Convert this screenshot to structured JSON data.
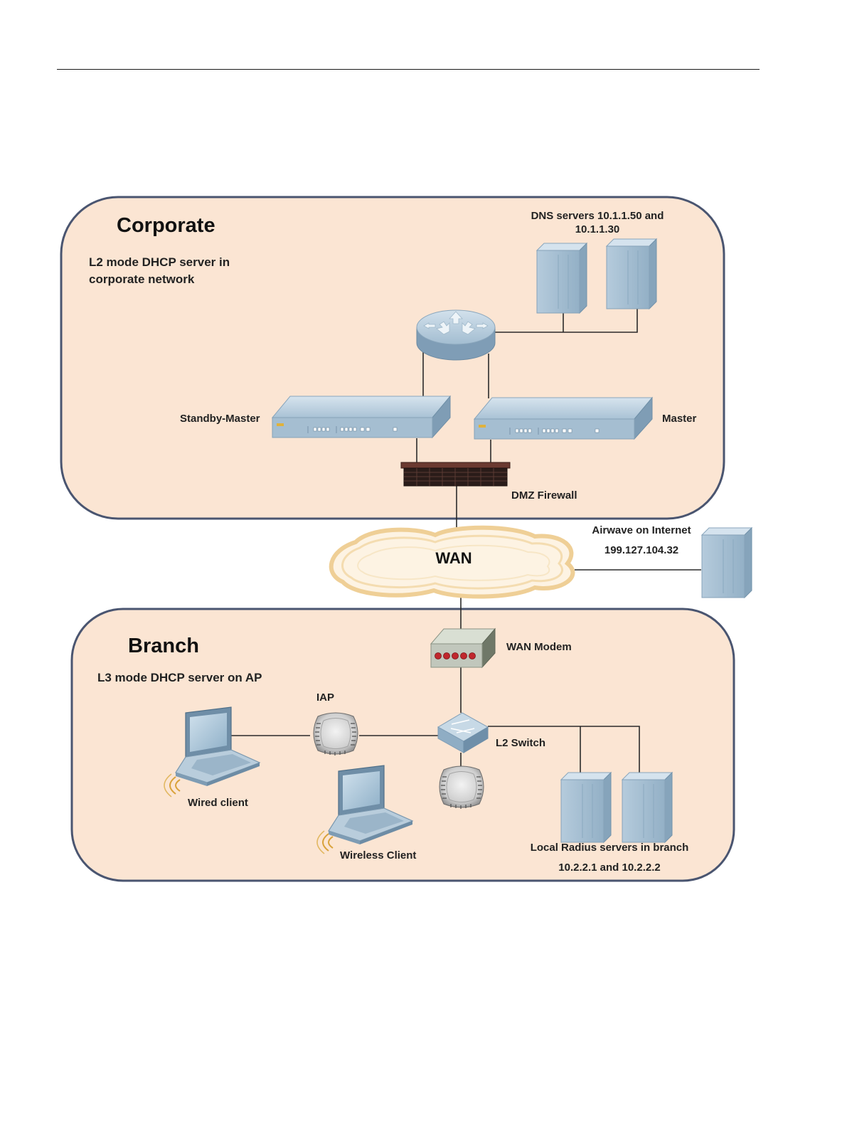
{
  "corporate": {
    "title": "Corporate",
    "subtitle_line1": "L2 mode DHCP server  in",
    "subtitle_line2": "corporate network",
    "dns_label_line1": "DNS  servers 10.1.1.50 and",
    "dns_label_line2": "10.1.1.30",
    "standby_master_label": "Standby-Master",
    "master_label": "Master",
    "firewall_label": "DMZ Firewall"
  },
  "wan": {
    "label": "WAN",
    "airwave_line1": "Airwave on Internet",
    "airwave_line2": "199.127.104.32"
  },
  "branch": {
    "title": "Branch",
    "subtitle": "L3 mode DHCP server  on AP",
    "modem_label": "WAN Modem",
    "iap_label": "IAP",
    "switch_label": "L2 Switch",
    "wired_client_label": "Wired client",
    "wireless_client_label": "Wireless Client",
    "radius_line1": "Local Radius servers in branch",
    "radius_line2": "10.2.2.1 and 10.2.2.2"
  },
  "colors": {
    "zone_fill": "#fbe5d3",
    "zone_border": "#4a5570",
    "device_blue": "#a7c0d4",
    "device_blue_dark": "#7d9bb3",
    "cloud": "#f1cf93",
    "modem_led": "#c0272d"
  },
  "icons": [
    "router-icon",
    "controller-icon",
    "firewall-icon",
    "server-icon",
    "cloud-icon",
    "modem-icon",
    "switch-icon",
    "access-point-icon",
    "laptop-icon",
    "wireless-signal-icon"
  ]
}
